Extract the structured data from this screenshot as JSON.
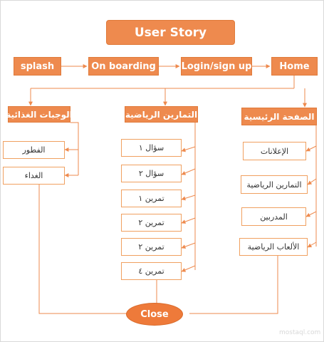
{
  "title": "User Story",
  "flow": {
    "splash": "splash",
    "onboarding": "On boarding",
    "login": "Login/sign up",
    "home": "Home"
  },
  "categories": {
    "nutrition": "الوجبات الغذائية",
    "exercises": "التمارين الرياضية",
    "main": "الصفحة الرئيسية"
  },
  "nutrition_items": [
    "الفطور",
    "الغداء"
  ],
  "exercise_items": [
    "سؤال ١",
    "سؤال ٢",
    "تمرين ١",
    "تمرين ٢",
    "تمرين ٢",
    "تمرين ٤"
  ],
  "main_items": [
    "الإعلانات",
    "التمارين الرياضية",
    "المدربين",
    "الألعاب الرياضية"
  ],
  "close": "Close",
  "watermark": "mostaql.com",
  "colors": {
    "accent": "#ee8a4e",
    "line": "#ee8a4e",
    "outline": "#f0a060"
  }
}
